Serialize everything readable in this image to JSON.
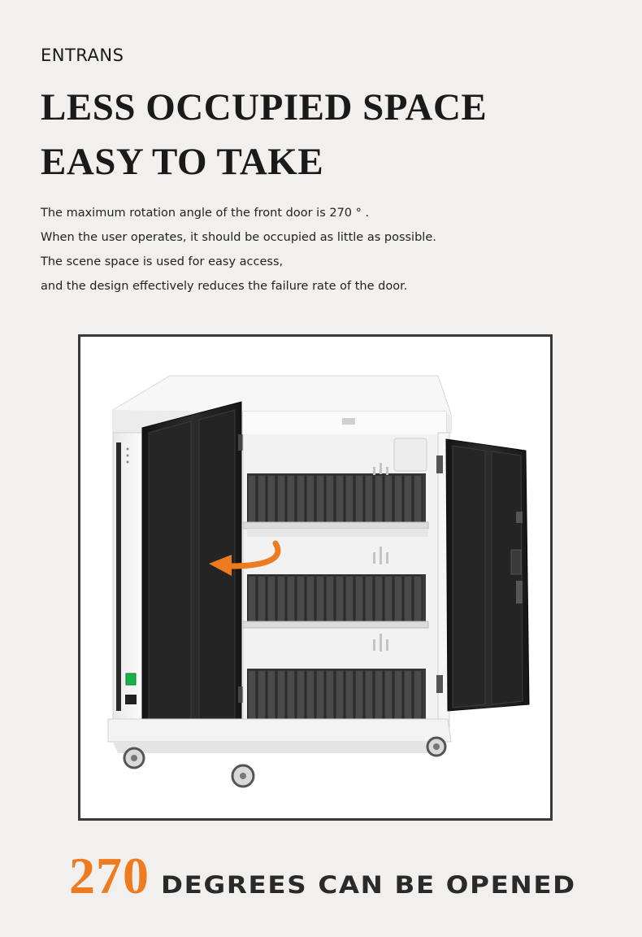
{
  "brand": "ENTRANS",
  "headline": {
    "line1": "LESS OCCUPIED SPACE",
    "line2": "EASY TO TAKE"
  },
  "description": [
    "The maximum rotation angle of the front door is 270 ° .",
    "When the user operates, it should be occupied as little as possible.",
    "The scene space is used for easy access,",
    "and the design effectively reduces the failure rate of the door."
  ],
  "footer": {
    "number": "270",
    "caption": "DEGREES CAN BE OPENED"
  },
  "colors": {
    "accent": "#ee7b1f",
    "text": "#1a1a1a",
    "background": "#f1f0ee",
    "cabinet_white": "#f4f4f4",
    "door_black": "#1d1d1d"
  },
  "icons": {
    "rotation_arrow": "orange-curved-arrow-icon",
    "power_switch": "green-power-switch-icon",
    "power_socket": "power-socket-icon"
  }
}
